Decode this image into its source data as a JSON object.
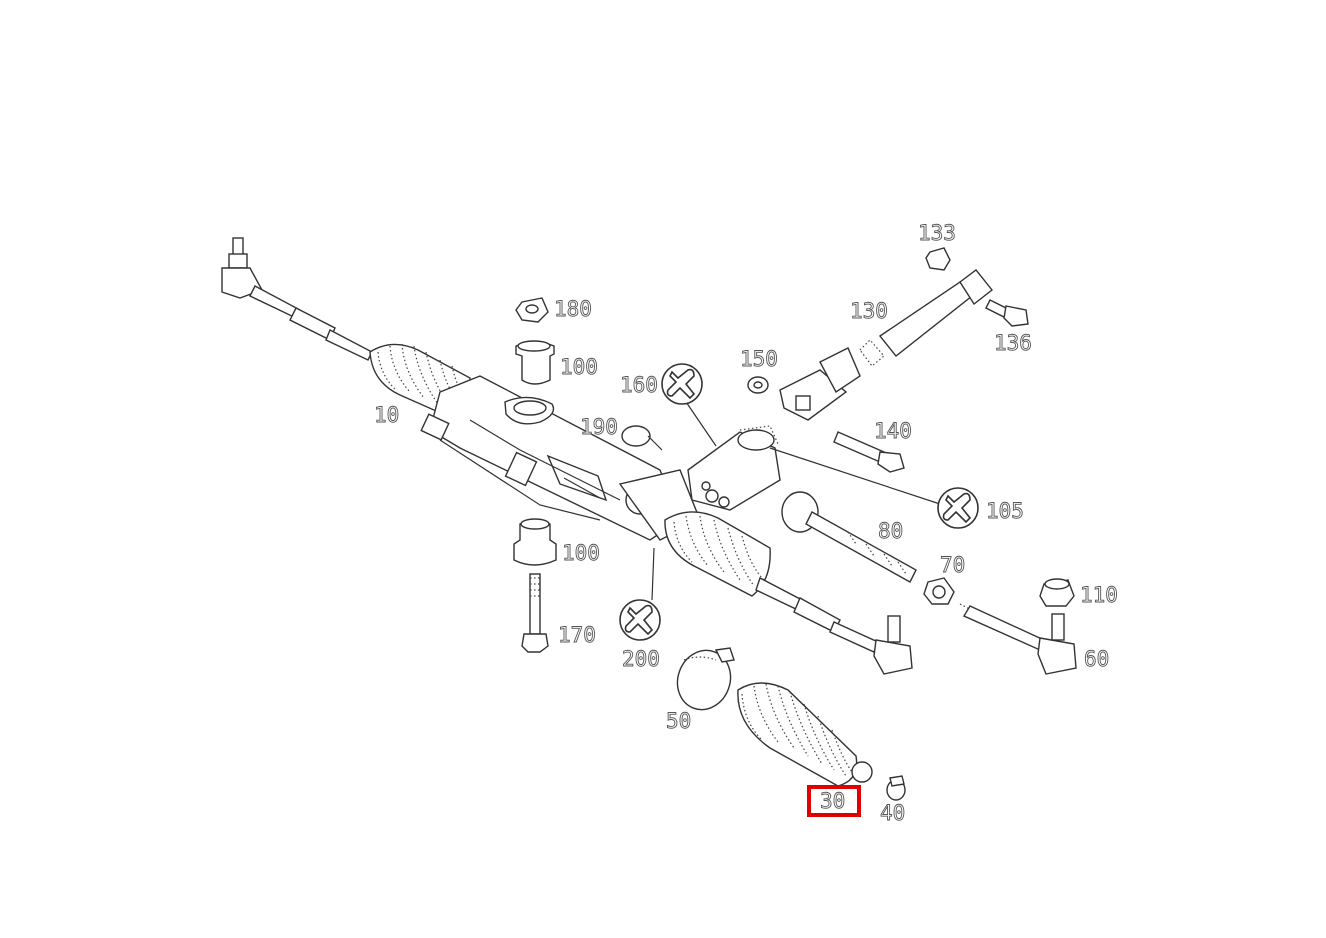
{
  "diagram": {
    "highlighted_part": "30",
    "colors": {
      "line": "#333333",
      "highlight": "#e00000",
      "background": "#ffffff"
    },
    "icons": {
      "torque_note": "wrench-icon"
    },
    "labels": [
      {
        "id": "133",
        "text": "133"
      },
      {
        "id": "130",
        "text": "130"
      },
      {
        "id": "136",
        "text": "136"
      },
      {
        "id": "180",
        "text": "180"
      },
      {
        "id": "100a",
        "text": "100"
      },
      {
        "id": "150",
        "text": "150"
      },
      {
        "id": "160",
        "text": "160"
      },
      {
        "id": "10",
        "text": "10"
      },
      {
        "id": "190",
        "text": "190"
      },
      {
        "id": "140",
        "text": "140"
      },
      {
        "id": "105",
        "text": "105"
      },
      {
        "id": "80",
        "text": "80"
      },
      {
        "id": "100b",
        "text": "100"
      },
      {
        "id": "70",
        "text": "70"
      },
      {
        "id": "110",
        "text": "110"
      },
      {
        "id": "170",
        "text": "170"
      },
      {
        "id": "200",
        "text": "200"
      },
      {
        "id": "60",
        "text": "60"
      },
      {
        "id": "50",
        "text": "50"
      },
      {
        "id": "30",
        "text": "30"
      },
      {
        "id": "40",
        "text": "40"
      }
    ]
  }
}
